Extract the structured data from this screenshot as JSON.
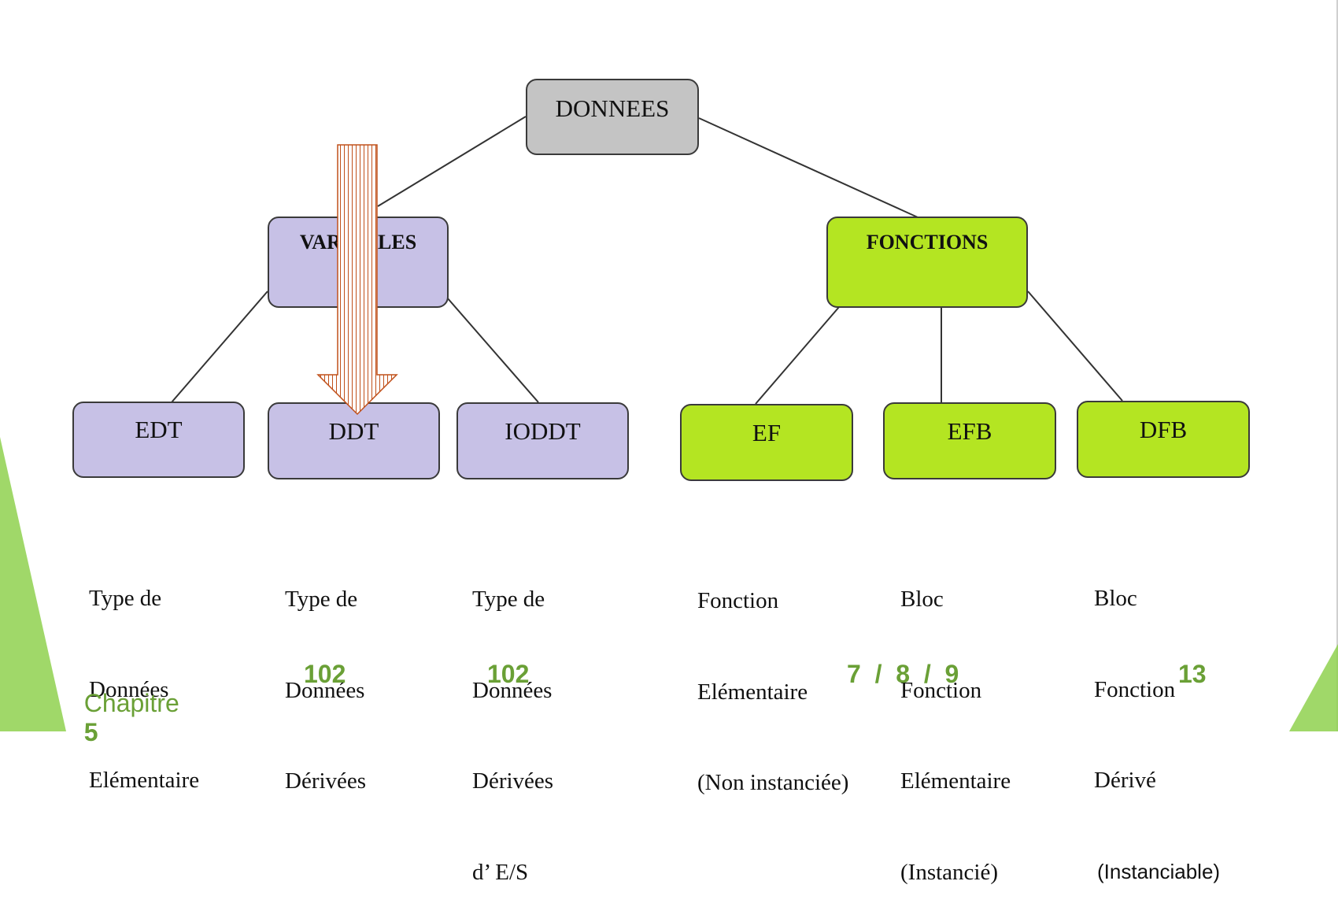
{
  "nodes": {
    "root": "DONNEES",
    "variables": "VARIABLES",
    "fonctions": "FONCTIONS",
    "edt": "EDT",
    "ddt": "DDT",
    "ioddt": "IODDT",
    "ef": "EF",
    "efb": "EFB",
    "dfb": "DFB"
  },
  "descriptions": {
    "edt": [
      "Type de",
      "Données",
      "Elémentaire"
    ],
    "ddt": [
      "Type de",
      "Données",
      "Dérivées"
    ],
    "ioddt": [
      "Type de",
      "Données",
      "Dérivées",
      "d’ E/S"
    ],
    "ef": [
      "Fonction",
      "Elémentaire",
      "(Non instanciée)"
    ],
    "efb": [
      "Bloc",
      "Fonction",
      "Elémentaire",
      "(Instancié)"
    ],
    "dfb": [
      "Bloc",
      "Fonction",
      "Dérivé",
      "(Instanciable)"
    ]
  },
  "chapters": {
    "label": "Chapitre",
    "edt": "5",
    "ddt": "102",
    "ioddt": "102",
    "efb": "7  /  8  /  9",
    "dfb": "13"
  },
  "colors": {
    "root_fill": "#c4c4c4",
    "variables_fill": "#c7c1e6",
    "fonctions_fill": "#b4e522",
    "chapter_text": "#6aa036",
    "arrow_stroke": "#c0501a",
    "corner_triangle": "#8fd14f"
  },
  "arrow": {
    "direction": "down",
    "target": "DDT",
    "icon": "striped-down-arrow-icon"
  }
}
